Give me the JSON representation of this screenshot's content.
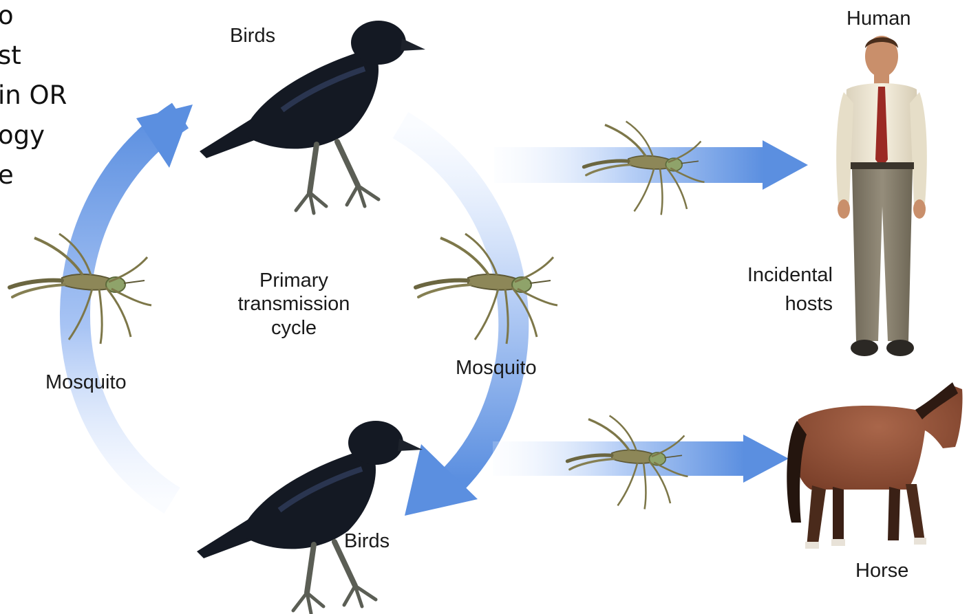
{
  "cutoff_text": [
    "o",
    "st",
    "in OR",
    "ogy",
    "e"
  ],
  "labels": {
    "birds_top": "Birds",
    "birds_bottom": "Birds",
    "mosquito_left": "Mosquito",
    "mosquito_right": "Mosquito",
    "cycle_line1": "Primary",
    "cycle_line2": "transmission",
    "cycle_line3": "cycle",
    "human": "Human",
    "incidental_line1": "Incidental",
    "incidental_line2": "hosts",
    "horse": "Horse"
  },
  "colors": {
    "arrow_blue": "#5b8fe0",
    "arrow_light": "#e6efff",
    "bird": "#141923",
    "mosquito": "#8a8456",
    "shirt": "#f1ead8",
    "tie": "#9b2a24",
    "pants": "#8a8272",
    "horse": "#93553a"
  }
}
